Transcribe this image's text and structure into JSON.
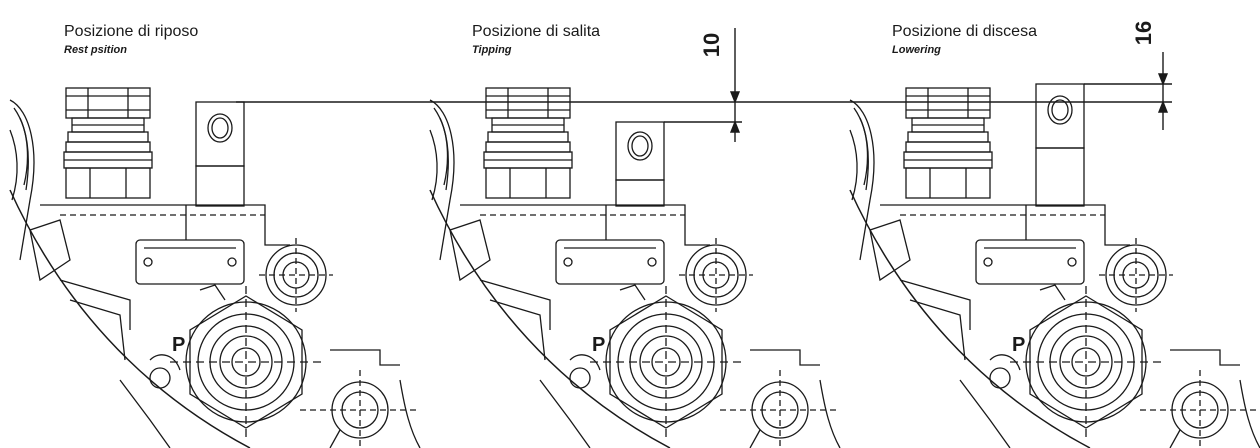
{
  "panels": [
    {
      "title_it": "Posizione di riposo",
      "title_en": "Rest psition",
      "port_label": "P"
    },
    {
      "title_it": "Posizione di salita",
      "title_en": "Tipping",
      "port_label": "P"
    },
    {
      "title_it": "Posizione di discesa",
      "title_en": "Lowering",
      "port_label": "P"
    }
  ],
  "dimensions": {
    "tipping_offset": "10",
    "lowering_offset": "16"
  },
  "colors": {
    "line": "#1a1a1a",
    "paper": "#ffffff"
  }
}
